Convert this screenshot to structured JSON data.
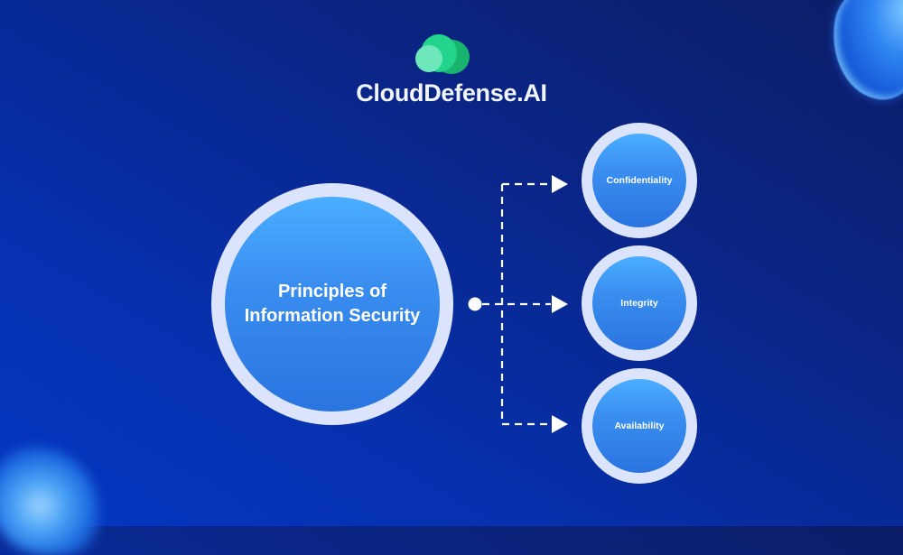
{
  "brand": {
    "name": "CloudDefense.AI",
    "logo_icon": "cloud-icon",
    "logo_colors": [
      "#18b46e",
      "#22d48c",
      "#6ee8bb"
    ]
  },
  "diagram": {
    "root": {
      "line1": "Principles of",
      "line2": "Information Security"
    },
    "children": [
      {
        "label": "Confidentiality"
      },
      {
        "label": "Integrity"
      },
      {
        "label": "Availability"
      }
    ],
    "connector_style": "dashed",
    "colors": {
      "ring": "#dbe4fb",
      "fill_top": "#4aaeff",
      "fill_bottom": "#2a74e0",
      "connector": "#ffffff"
    }
  }
}
